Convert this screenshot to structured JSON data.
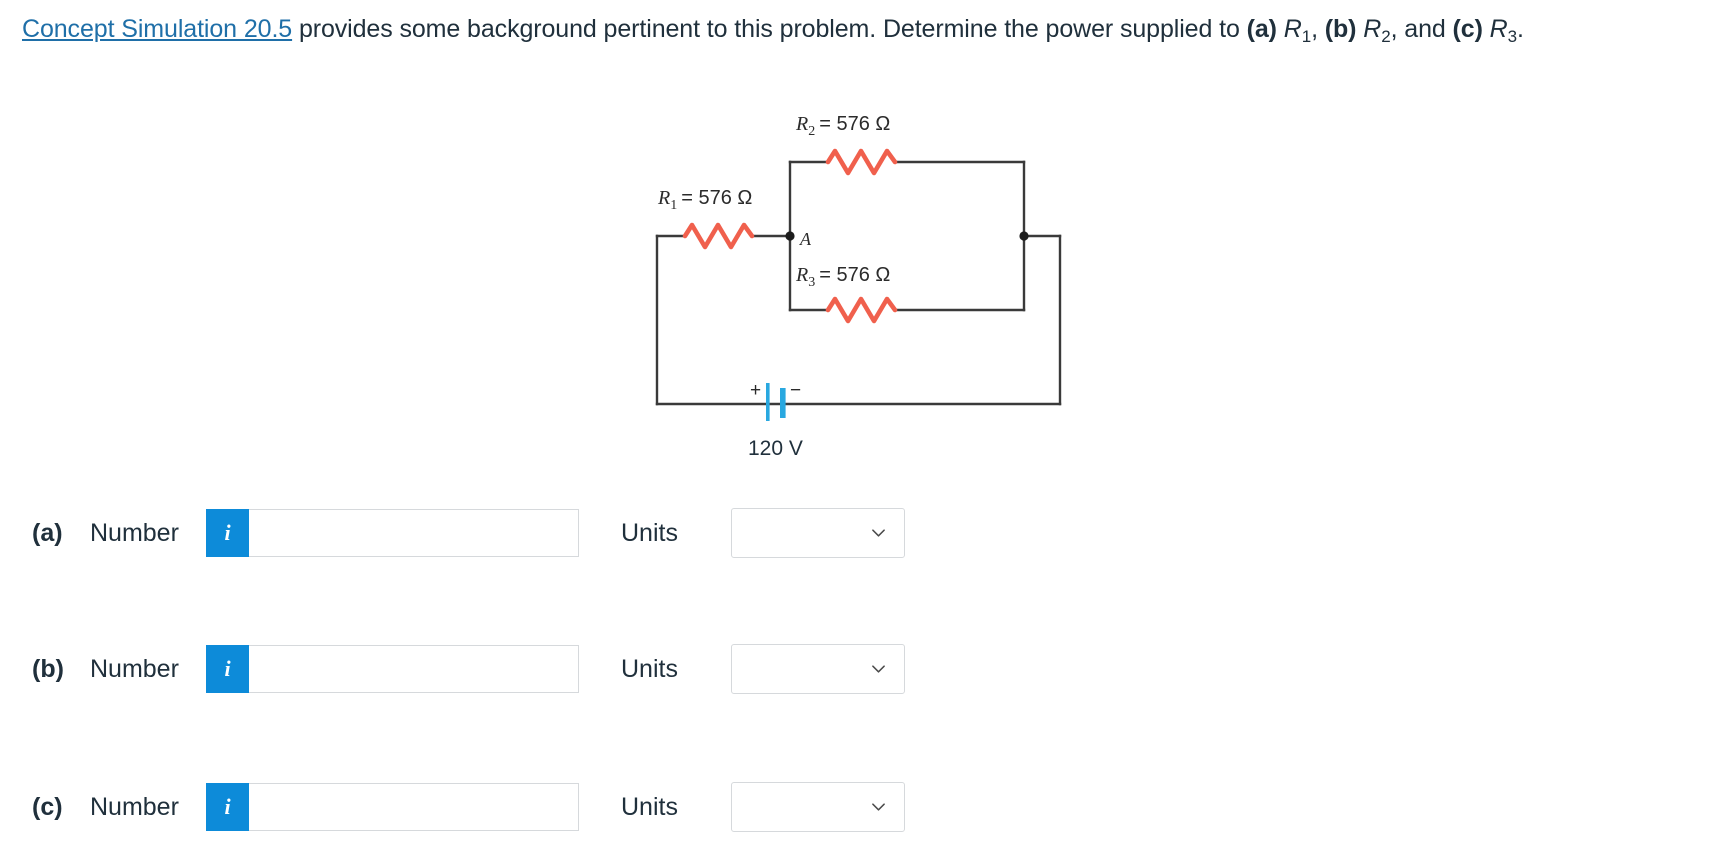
{
  "prompt": {
    "link_text": "Concept Simulation 20.5",
    "text_after_link": " provides some background pertinent to this problem. Determine the power supplied to ",
    "part_a_tag": "(a)",
    "part_a_var": "R",
    "part_a_sub": "1",
    "sep1": ", ",
    "part_b_tag": "(b)",
    "part_b_var": "R",
    "part_b_sub": "2",
    "sep2": ", and ",
    "part_c_tag": "(c)",
    "part_c_var": "R",
    "part_c_sub": "3",
    "period": "."
  },
  "figure": {
    "name": "parallel-series-resistor-circuit",
    "resistor_color": "#f0604d",
    "wire_color": "#3a3a3a",
    "battery_color": "#29a8e0",
    "r1": {
      "label_var": "R",
      "label_sub": "1",
      "label_value": "= 576 Ω"
    },
    "r2": {
      "label_var": "R",
      "label_sub": "2",
      "label_value": "= 576 Ω"
    },
    "r3": {
      "label_var": "R",
      "label_sub": "3",
      "label_value": "= 576 Ω"
    },
    "node_label": "A",
    "battery": {
      "plus": "+",
      "minus": "−",
      "voltage": "120 V"
    }
  },
  "answers": {
    "number_label": "Number",
    "units_label": "Units",
    "info_glyph": "i",
    "number_placeholder": "",
    "units_selected": "",
    "rows": [
      {
        "letter": "(a)",
        "number_value": "",
        "units_value": ""
      },
      {
        "letter": "(b)",
        "number_value": "",
        "units_value": ""
      },
      {
        "letter": "(c)",
        "number_value": "",
        "units_value": ""
      }
    ]
  }
}
